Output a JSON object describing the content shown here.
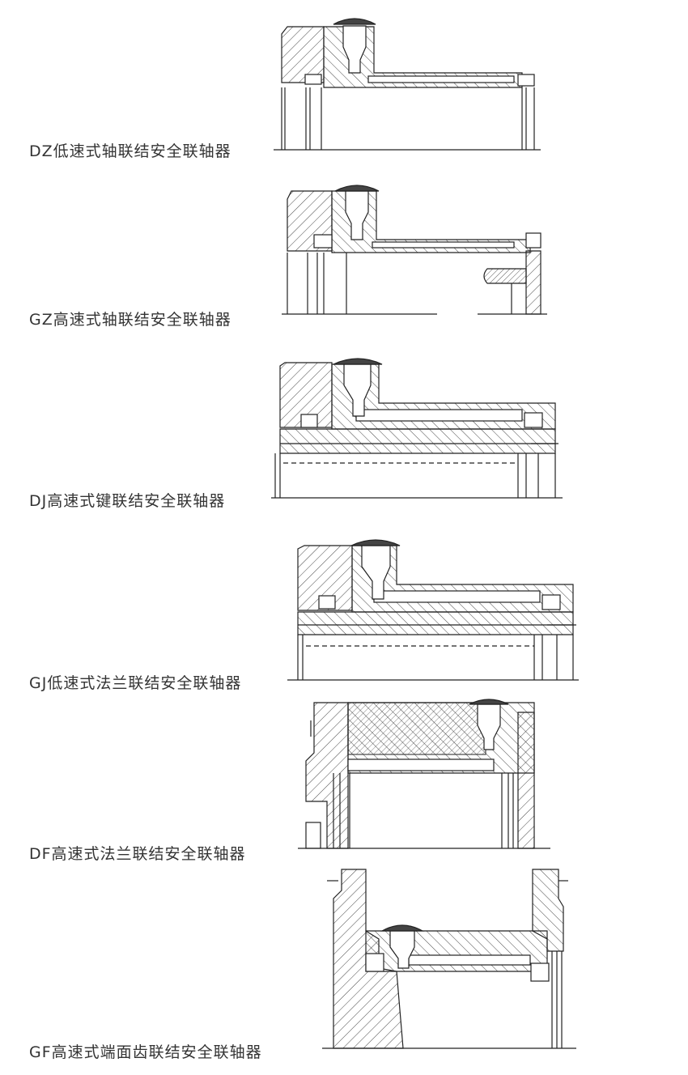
{
  "captions": [
    "DZ低速式轴联结安全联轴器",
    "GZ高速式轴联结安全联轴器",
    "DJ高速式键联结安全联轴器",
    "GJ低速式法兰联结安全联轴器",
    "DF高速式法兰联结安全联轴器",
    "GF高速式端面齿联结安全联轴器"
  ]
}
